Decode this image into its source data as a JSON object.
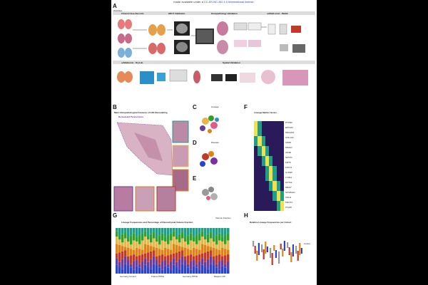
{
  "header": {
    "line1": "made available under a",
    "link": "CC-BY-NC-ND 4.0 International license",
    "line1_end": "."
  },
  "panel_a": {
    "label": "A",
    "workflow": "Workflow",
    "sections": [
      "Clinical Case Records",
      "HRCT Validation",
      "Histopathology Validation",
      "scMulti-omic - Multik"
    ],
    "row2": [
      "scMultiomic - DryLab",
      "Spatial Validation"
    ]
  },
  "panel_b": {
    "label": "B",
    "title": "Main Histopathological Features of AFE Remodeling",
    "subtitle": "Remodeled Parenchyma"
  },
  "panel_c": {
    "label": "C",
    "title": "Lineage"
  },
  "panel_d": {
    "label": "D",
    "title": "Disease"
  },
  "panel_e": {
    "label": "E"
  },
  "panel_f": {
    "label": "F",
    "title": "Lineage Marker Genes",
    "genes": [
      "PTPRC",
      "EPCAM",
      "PECAM1",
      "COL1A2",
      "CD68",
      "MS4A1",
      "CD3E",
      "SFTPC",
      "KRT5",
      "FOXJ1",
      "CLDN5",
      "LYVE1",
      "ACTA2",
      "MKI67",
      "SCGB1A1",
      "CDH1",
      "PROX1",
      "ITGA8"
    ]
  },
  "panel_g": {
    "label": "G",
    "title": "Lineage Frequencies and Percentage of Parenchymal Volume Fraction",
    "legend_title": "Volume Fraction",
    "groups": [
      "Germany Control",
      "France PPFE",
      "Germany PPFE",
      "Belgium IPF"
    ]
  },
  "panel_h": {
    "label": "H",
    "title": "Relative Lineage Frequencies per Cohort",
    "cohort_title": "Cohort"
  },
  "colors": {
    "teal": "#1f9e89",
    "purple": "#6a3d9a",
    "orange": "#e08214",
    "red": "#c0392b",
    "blue": "#2a45c8",
    "green": "#33a02c"
  }
}
